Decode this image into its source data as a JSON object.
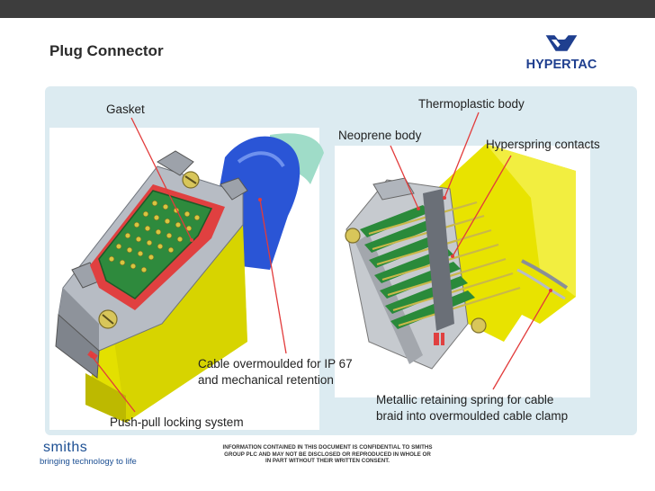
{
  "title": "Plug Connector",
  "brand": {
    "name": "HYPERTAC",
    "color": "#1f3f8f"
  },
  "labels": {
    "gasket": "Gasket",
    "thermoplastic_body": "Thermoplastic body",
    "neoprene_body": "Neoprene body",
    "hyperspring_contacts": "Hyperspring contacts",
    "cable_overmoulded_line1": "Cable overmoulded for IP 67",
    "cable_overmoulded_line2": "and mechanical retention",
    "metallic_spring_line1": "Metallic retaining spring for cable",
    "metallic_spring_line2": "braid into overmoulded cable clamp",
    "push_pull": "Push-pull locking system"
  },
  "footer": {
    "company": "smiths",
    "tagline": "bringing technology to life",
    "notice_line1": "INFORMATION CONTAINED IN THIS DOCUMENT IS CONFIDENTIAL TO SMITHS",
    "notice_line2": "GROUP PLC AND MAY NOT BE DISCLOSED OR REPRODUCED IN WHOLE OR",
    "notice_line3": "IN PART WITHOUT THEIR WRITTEN CONSENT."
  },
  "colors": {
    "panel": "#dcebf1",
    "leader_line": "#e23b3b",
    "connector_yellow": "#e3e000",
    "cable_blue": "#2a55d6",
    "metal_grey": "#b7bcc4",
    "pcb_green": "#2a8a3a",
    "gasket_red": "#e04040"
  }
}
